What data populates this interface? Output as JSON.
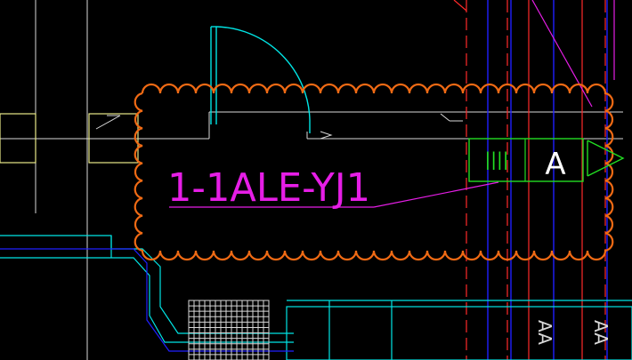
{
  "drawing": {
    "tag_label": "1-1ALE-YJ1",
    "marker_letter": "A",
    "marker_bars": "||||",
    "edge_text_1": "AA",
    "edge_text_2": "AA"
  },
  "colors": {
    "background": "#000000",
    "white_lines": "#d8d8d8",
    "cyan": "#00e5e5",
    "blue": "#2020ff",
    "red": "#ff2a2a",
    "magenta": "#e61ee6",
    "orange": "#f06a14",
    "green": "#22dd22",
    "yellow": "#e8e888"
  }
}
